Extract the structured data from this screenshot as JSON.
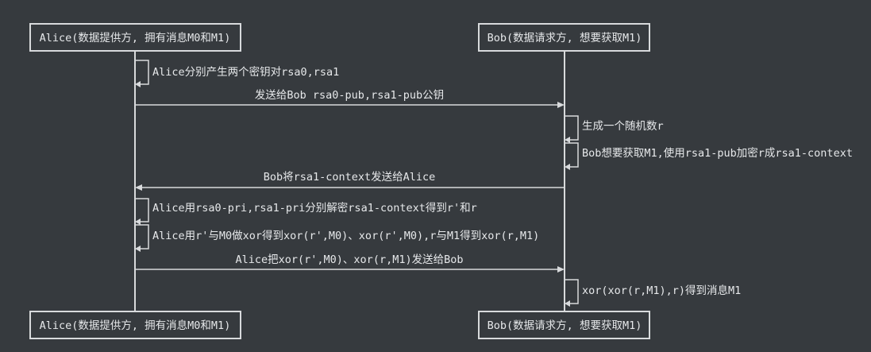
{
  "colors": {
    "background": "#363a3e",
    "line": "#d8dadc",
    "text": "#e6e8ea"
  },
  "actors": {
    "alice": "Alice(数据提供方, 拥有消息M0和M1)",
    "bob": "Bob(数据请求方, 想要获取M1)"
  },
  "messages": [
    {
      "from": "alice",
      "to": "alice",
      "text": "Alice分别产生两个密钥对rsa0,rsa1"
    },
    {
      "from": "alice",
      "to": "bob",
      "text": "发送给Bob rsa0-pub,rsa1-pub公钥"
    },
    {
      "from": "bob",
      "to": "bob",
      "text": "生成一个随机数r"
    },
    {
      "from": "bob",
      "to": "bob",
      "text": "Bob想要获取M1,使用rsa1-pub加密r成rsa1-context"
    },
    {
      "from": "bob",
      "to": "alice",
      "text": "Bob将rsa1-context发送给Alice"
    },
    {
      "from": "alice",
      "to": "alice",
      "text": "Alice用rsa0-pri,rsa1-pri分别解密rsa1-context得到r'和r"
    },
    {
      "from": "alice",
      "to": "alice",
      "text": "Alice用r'与M0做xor得到xor(r',M0)、xor(r',M0),r与M1得到xor(r,M1)"
    },
    {
      "from": "alice",
      "to": "bob",
      "text": "Alice把xor(r',M0)、xor(r,M1)发送给Bob"
    },
    {
      "from": "bob",
      "to": "bob",
      "text": "xor(xor(r,M1),r)得到消息M1"
    }
  ]
}
